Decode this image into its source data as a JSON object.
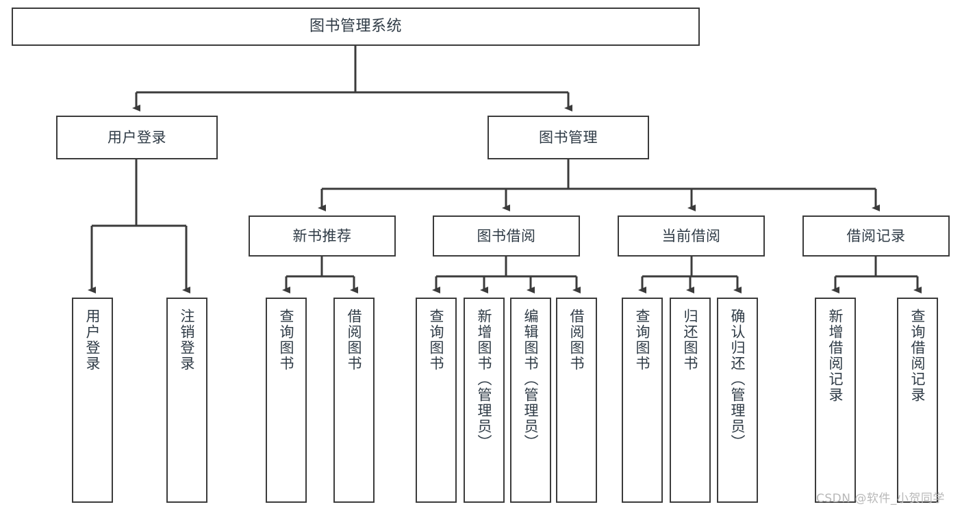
{
  "diagram": {
    "type": "tree",
    "title": "图书管理系统",
    "orientation": "top-down",
    "line_color": "#3b3b3b",
    "box_fill": "#ffffff",
    "text_color": "#2f3b46",
    "levels": 4
  },
  "root": {
    "label": "图书管理系统"
  },
  "level2": [
    {
      "label": "用户登录"
    },
    {
      "label": "图书管理"
    }
  ],
  "level3": [
    {
      "label": "新书推荐"
    },
    {
      "label": "图书借阅"
    },
    {
      "label": "当前借阅"
    },
    {
      "label": "借阅记录"
    }
  ],
  "leaves": {
    "user_login": [
      {
        "label": "用户登录"
      },
      {
        "label": "注销登录"
      }
    ],
    "new_book_recommend": [
      {
        "label": "查询图书"
      },
      {
        "label": "借阅图书"
      }
    ],
    "book_borrow": [
      {
        "label": "查询图书"
      },
      {
        "label": "新增图书（管理员）"
      },
      {
        "label": "编辑图书（管理员）"
      },
      {
        "label": "借阅图书"
      }
    ],
    "current_borrow": [
      {
        "label": "查询图书"
      },
      {
        "label": "归还图书"
      },
      {
        "label": "确认归还（管理员）"
      }
    ],
    "borrow_record": [
      {
        "label": "新增借阅记录"
      },
      {
        "label": "查询借阅记录"
      }
    ]
  },
  "watermark": {
    "text": "CSDN @软件_小贺同学"
  }
}
